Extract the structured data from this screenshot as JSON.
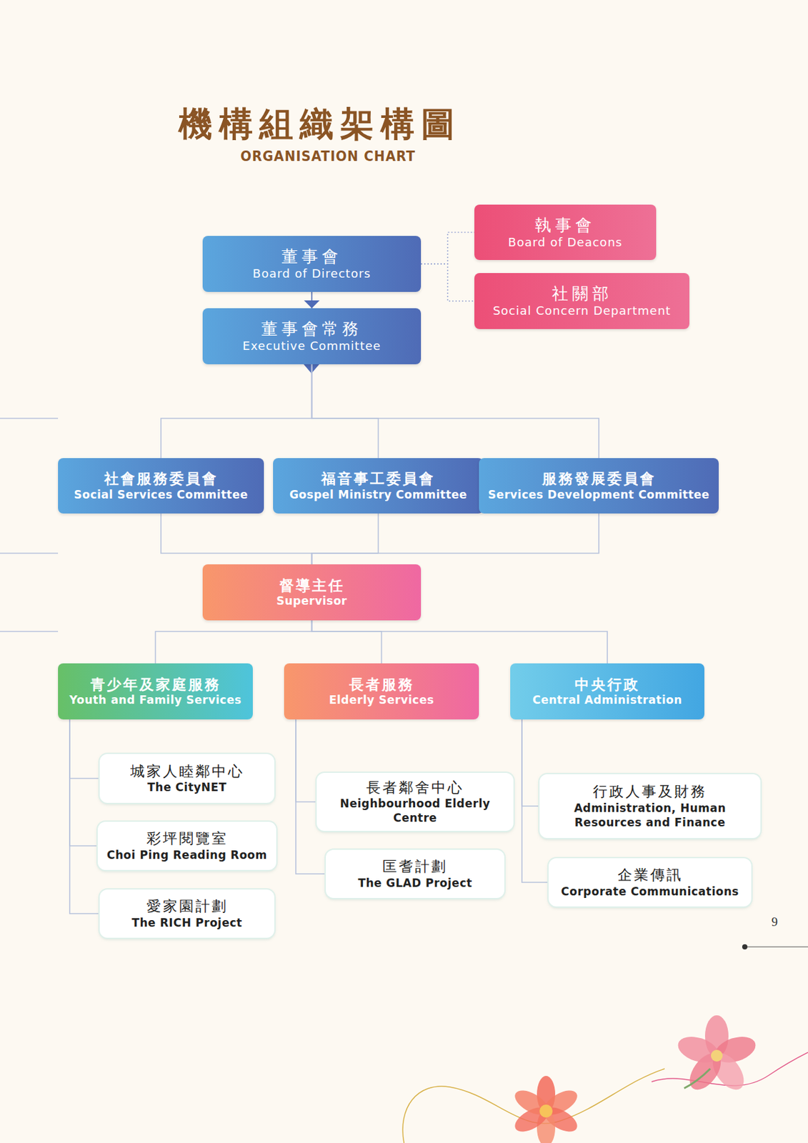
{
  "diagram": {
    "title": "機構組織架構圖",
    "nodes": [
      {
        "text": [
          "董事會",
          "Board of Directors"
        ]
      },
      {
        "text": [
          "執事會",
          "Board of Deacons"
        ]
      },
      {
        "text": [
          "社關部",
          "Social Concern Department"
        ]
      },
      {
        "text": [
          "董事會常務",
          "Executive Committee"
        ]
      },
      {
        "text": [
          "社會服務委員會",
          "Social Services Committee"
        ]
      },
      {
        "text": [
          "福音事工委員會",
          "Gospel Ministry Committee"
        ]
      },
      {
        "text": [
          "服務發展委員會",
          "Services Development Committee"
        ]
      },
      {
        "text": [
          "督導主任",
          "Supervisor"
        ]
      },
      {
        "text": [
          "青少年及家庭服務",
          "Youth and Family Services"
        ]
      },
      {
        "text": [
          "長者服務",
          "Elderly Services"
        ]
      },
      {
        "text": [
          "中央行政",
          "Central Administration"
        ]
      },
      {
        "text": [
          "城家人睦鄰中心",
          "The CityNET"
        ]
      },
      {
        "text": [
          "彩坪閱覽室",
          "Choi Ping Reading Room"
        ]
      },
      {
        "text": [
          "愛家園計劃",
          "The RICH Project"
        ]
      },
      {
        "text": [
          "長者鄰舍中心",
          "Neighbourhood Elderly Centre"
        ]
      },
      {
        "text": [
          "匡耆計劃",
          "The GLAD Project"
        ]
      },
      {
        "text": [
          "行政人事及財務",
          "Administration, Human Resources and Finance"
        ]
      },
      {
        "text": [
          "企業傳訊",
          "Corporate Communications"
        ]
      }
    ],
    "edges": [
      {
        "from": 0,
        "to": 1,
        "arrow": "none"
      },
      {
        "from": 0,
        "to": 2,
        "arrow": "none"
      },
      {
        "from": 0,
        "to": 3,
        "arrow": "to"
      },
      {
        "from": 3,
        "to": 4,
        "arrow": "none"
      },
      {
        "from": 3,
        "to": 5,
        "arrow": "none"
      },
      {
        "from": 3,
        "to": 6,
        "arrow": "none"
      },
      {
        "from": 4,
        "to": 7,
        "arrow": "none"
      },
      {
        "from": 5,
        "to": 7,
        "arrow": "none"
      },
      {
        "from": 6,
        "to": 7,
        "arrow": "none"
      },
      {
        "from": 7,
        "to": 8,
        "arrow": "none"
      },
      {
        "from": 7,
        "to": 9,
        "arrow": "none"
      },
      {
        "from": 7,
        "to": 10,
        "arrow": "none"
      },
      {
        "from": 8,
        "to": 11,
        "arrow": "none"
      },
      {
        "from": 8,
        "to": 12,
        "arrow": "none"
      },
      {
        "from": 8,
        "to": 13,
        "arrow": "none"
      },
      {
        "from": 9,
        "to": 14,
        "arrow": "none"
      },
      {
        "from": 9,
        "to": 15,
        "arrow": "none"
      },
      {
        "from": 10,
        "to": 16,
        "arrow": "none"
      },
      {
        "from": 10,
        "to": 17,
        "arrow": "none"
      }
    ],
    "labels": [
      "ORGANISATION CHART",
      "9"
    ]
  }
}
